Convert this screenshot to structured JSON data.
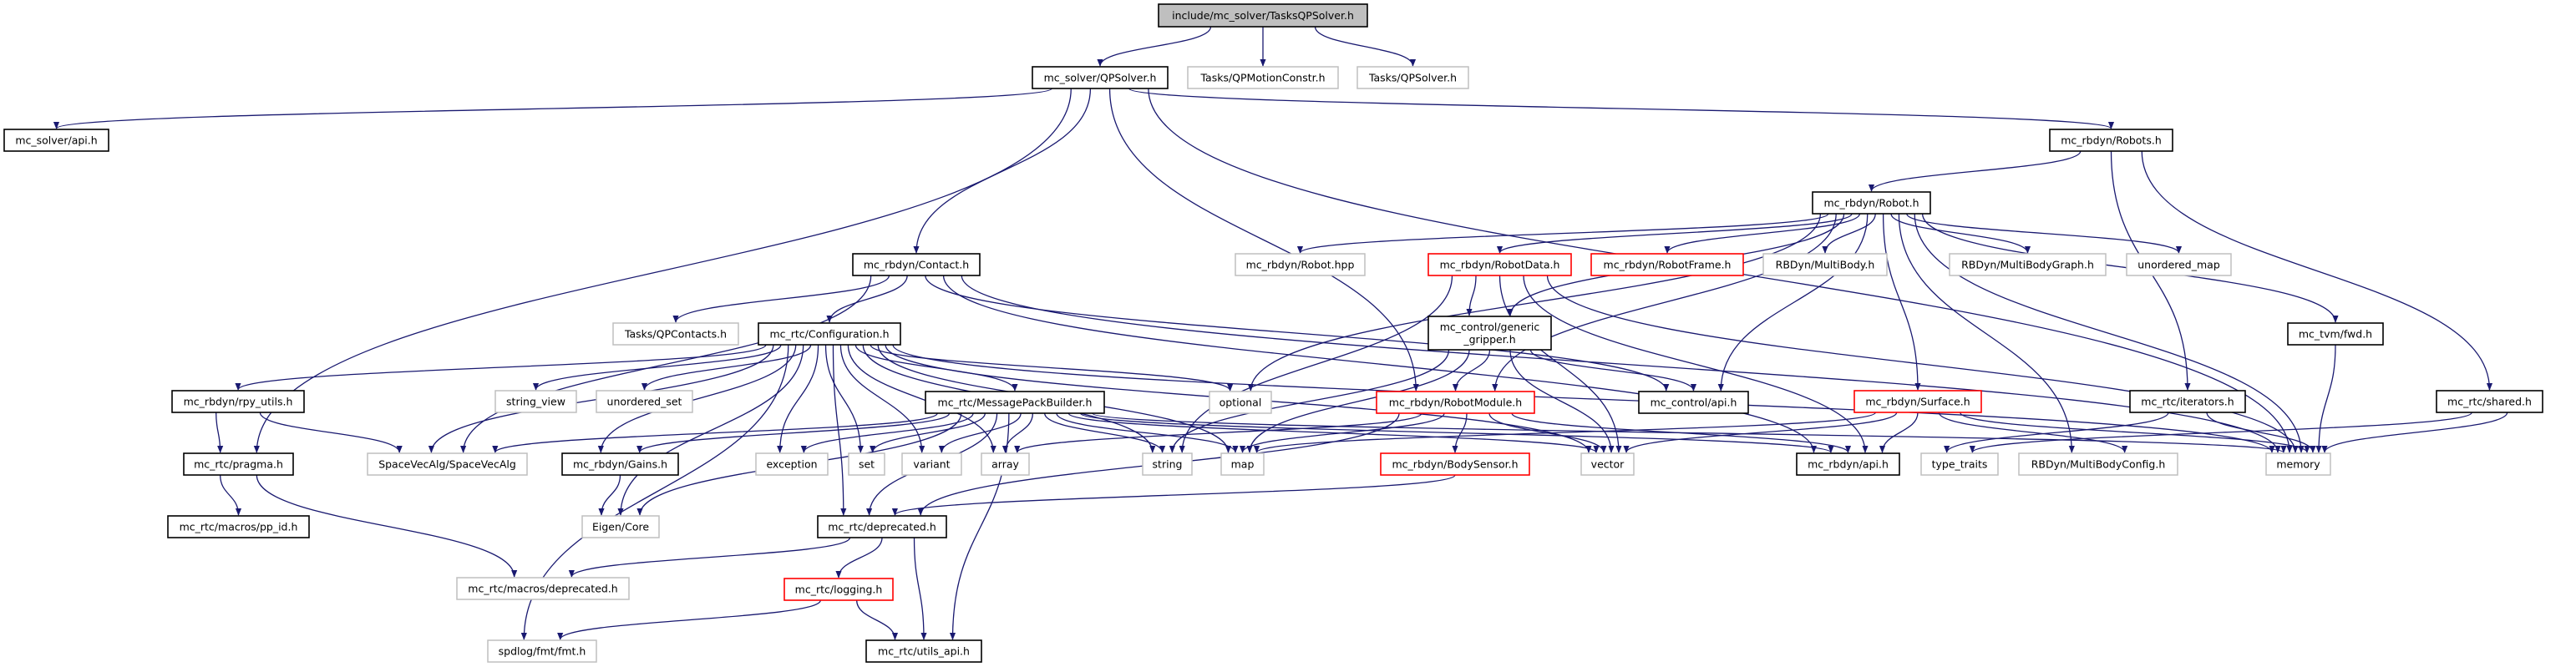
{
  "colors": {
    "edge": "#191970",
    "root_fill": "#bfbfbf",
    "documented_border": "#000000",
    "external_border": "#bfbfbf",
    "truncated_border": "#ff0000"
  },
  "nodes": [
    {
      "id": "root",
      "label": [
        "include/mc_solver/TasksQPSolver.h"
      ],
      "kind": "root"
    },
    {
      "id": "qpsolver",
      "label": [
        "mc_solver/QPSolver.h"
      ],
      "kind": "documented"
    },
    {
      "id": "qpmotion",
      "label": [
        "Tasks/QPMotionConstr.h"
      ],
      "kind": "external"
    },
    {
      "id": "tasksqpsolver",
      "label": [
        "Tasks/QPSolver.h"
      ],
      "kind": "external"
    },
    {
      "id": "solver_api",
      "label": [
        "mc_solver/api.h"
      ],
      "kind": "documented"
    },
    {
      "id": "robots",
      "label": [
        "mc_rbdyn/Robots.h"
      ],
      "kind": "documented"
    },
    {
      "id": "robot",
      "label": [
        "mc_rbdyn/Robot.h"
      ],
      "kind": "documented"
    },
    {
      "id": "contact",
      "label": [
        "mc_rbdyn/Contact.h"
      ],
      "kind": "documented"
    },
    {
      "id": "robot_hpp",
      "label": [
        "mc_rbdyn/Robot.hpp"
      ],
      "kind": "external"
    },
    {
      "id": "robotdata",
      "label": [
        "mc_rbdyn/RobotData.h"
      ],
      "kind": "truncated"
    },
    {
      "id": "robotframe",
      "label": [
        "mc_rbdyn/RobotFrame.h"
      ],
      "kind": "truncated"
    },
    {
      "id": "multibody",
      "label": [
        "RBDyn/MultiBody.h"
      ],
      "kind": "external"
    },
    {
      "id": "mbg",
      "label": [
        "RBDyn/MultiBodyGraph.h"
      ],
      "kind": "external"
    },
    {
      "id": "unordered_map",
      "label": [
        "unordered_map"
      ],
      "kind": "external"
    },
    {
      "id": "qpcontacts",
      "label": [
        "Tasks/QPContacts.h"
      ],
      "kind": "external"
    },
    {
      "id": "configuration",
      "label": [
        "mc_rtc/Configuration.h"
      ],
      "kind": "documented"
    },
    {
      "id": "gripper",
      "label": [
        "mc_control/generic",
        "_gripper.h"
      ],
      "kind": "documented"
    },
    {
      "id": "tvm_fwd",
      "label": [
        "mc_tvm/fwd.h"
      ],
      "kind": "documented"
    },
    {
      "id": "rpy_utils",
      "label": [
        "mc_rbdyn/rpy_utils.h"
      ],
      "kind": "documented"
    },
    {
      "id": "string_view",
      "label": [
        "string_view"
      ],
      "kind": "external"
    },
    {
      "id": "unordered_set",
      "label": [
        "unordered_set"
      ],
      "kind": "external"
    },
    {
      "id": "msgpack",
      "label": [
        "mc_rtc/MessagePackBuilder.h"
      ],
      "kind": "documented"
    },
    {
      "id": "optional",
      "label": [
        "optional"
      ],
      "kind": "external"
    },
    {
      "id": "robotmodule",
      "label": [
        "mc_rbdyn/RobotModule.h"
      ],
      "kind": "truncated"
    },
    {
      "id": "control_api",
      "label": [
        "mc_control/api.h"
      ],
      "kind": "documented"
    },
    {
      "id": "surface",
      "label": [
        "mc_rbdyn/Surface.h"
      ],
      "kind": "truncated"
    },
    {
      "id": "iterators",
      "label": [
        "mc_rtc/iterators.h"
      ],
      "kind": "documented"
    },
    {
      "id": "shared",
      "label": [
        "mc_rtc/shared.h"
      ],
      "kind": "documented"
    },
    {
      "id": "pragma",
      "label": [
        "mc_rtc/pragma.h"
      ],
      "kind": "documented"
    },
    {
      "id": "spacevecalg",
      "label": [
        "SpaceVecAlg/SpaceVecAlg"
      ],
      "kind": "external"
    },
    {
      "id": "gains",
      "label": [
        "mc_rbdyn/Gains.h"
      ],
      "kind": "documented"
    },
    {
      "id": "exception",
      "label": [
        "exception"
      ],
      "kind": "external"
    },
    {
      "id": "set",
      "label": [
        "set"
      ],
      "kind": "external"
    },
    {
      "id": "variant",
      "label": [
        "variant"
      ],
      "kind": "external"
    },
    {
      "id": "array",
      "label": [
        "array"
      ],
      "kind": "external"
    },
    {
      "id": "string",
      "label": [
        "string"
      ],
      "kind": "external"
    },
    {
      "id": "map",
      "label": [
        "map"
      ],
      "kind": "external"
    },
    {
      "id": "bodysensor",
      "label": [
        "mc_rbdyn/BodySensor.h"
      ],
      "kind": "truncated"
    },
    {
      "id": "vector",
      "label": [
        "vector"
      ],
      "kind": "external"
    },
    {
      "id": "rbdyn_api",
      "label": [
        "mc_rbdyn/api.h"
      ],
      "kind": "documented"
    },
    {
      "id": "type_traits",
      "label": [
        "type_traits"
      ],
      "kind": "external"
    },
    {
      "id": "mbconfig",
      "label": [
        "RBDyn/MultiBodyConfig.h"
      ],
      "kind": "external"
    },
    {
      "id": "memory",
      "label": [
        "memory"
      ],
      "kind": "external"
    },
    {
      "id": "pp_id",
      "label": [
        "mc_rtc/macros/pp_id.h"
      ],
      "kind": "documented"
    },
    {
      "id": "eigen",
      "label": [
        "Eigen/Core"
      ],
      "kind": "external"
    },
    {
      "id": "deprecated",
      "label": [
        "mc_rtc/deprecated.h"
      ],
      "kind": "documented"
    },
    {
      "id": "macros_deprecated",
      "label": [
        "mc_rtc/macros/deprecated.h"
      ],
      "kind": "external"
    },
    {
      "id": "logging",
      "label": [
        "mc_rtc/logging.h"
      ],
      "kind": "truncated"
    },
    {
      "id": "fmt",
      "label": [
        "spdlog/fmt/fmt.h"
      ],
      "kind": "external"
    },
    {
      "id": "utils_api",
      "label": [
        "mc_rtc/utils_api.h"
      ],
      "kind": "documented"
    }
  ],
  "edges": [
    [
      "root",
      "qpsolver"
    ],
    [
      "root",
      "qpmotion"
    ],
    [
      "root",
      "tasksqpsolver"
    ],
    [
      "qpsolver",
      "solver_api"
    ],
    [
      "qpsolver",
      "pragma"
    ],
    [
      "qpsolver",
      "contact"
    ],
    [
      "qpsolver",
      "robots"
    ],
    [
      "qpsolver",
      "robotmodule"
    ],
    [
      "qpsolver",
      "memory"
    ],
    [
      "robots",
      "robot"
    ],
    [
      "robots",
      "iterators"
    ],
    [
      "robots",
      "shared"
    ],
    [
      "robot",
      "robot_hpp"
    ],
    [
      "robot",
      "robotdata"
    ],
    [
      "robot",
      "robotframe"
    ],
    [
      "robot",
      "multibody"
    ],
    [
      "robot",
      "mbg"
    ],
    [
      "robot",
      "unordered_map"
    ],
    [
      "robot",
      "surface"
    ],
    [
      "robot",
      "mbconfig"
    ],
    [
      "robot",
      "tvm_fwd"
    ],
    [
      "robot",
      "memory"
    ],
    [
      "robot",
      "optional"
    ],
    [
      "robot",
      "gripper"
    ],
    [
      "robot",
      "robotmodule"
    ],
    [
      "robot",
      "control_api"
    ],
    [
      "contact",
      "qpcontacts"
    ],
    [
      "contact",
      "configuration"
    ],
    [
      "contact",
      "spacevecalg"
    ],
    [
      "contact",
      "control_api"
    ],
    [
      "contact",
      "rbdyn_api"
    ],
    [
      "contact",
      "memory"
    ],
    [
      "configuration",
      "rpy_utils"
    ],
    [
      "configuration",
      "string_view"
    ],
    [
      "configuration",
      "unordered_set"
    ],
    [
      "configuration",
      "spacevecalg"
    ],
    [
      "configuration",
      "gains"
    ],
    [
      "configuration",
      "eigen"
    ],
    [
      "configuration",
      "deprecated"
    ],
    [
      "configuration",
      "exception"
    ],
    [
      "configuration",
      "set"
    ],
    [
      "configuration",
      "variant"
    ],
    [
      "configuration",
      "array"
    ],
    [
      "configuration",
      "string"
    ],
    [
      "configuration",
      "map"
    ],
    [
      "configuration",
      "msgpack"
    ],
    [
      "configuration",
      "optional"
    ],
    [
      "configuration",
      "vector"
    ],
    [
      "configuration",
      "memory"
    ],
    [
      "configuration",
      "fmt"
    ],
    [
      "rpy_utils",
      "pragma"
    ],
    [
      "rpy_utils",
      "spacevecalg"
    ],
    [
      "pragma",
      "pp_id"
    ],
    [
      "pragma",
      "macros_deprecated"
    ],
    [
      "gains",
      "eigen"
    ],
    [
      "msgpack",
      "spacevecalg"
    ],
    [
      "msgpack",
      "gains"
    ],
    [
      "msgpack",
      "exception"
    ],
    [
      "msgpack",
      "set"
    ],
    [
      "msgpack",
      "variant"
    ],
    [
      "msgpack",
      "array"
    ],
    [
      "msgpack",
      "string"
    ],
    [
      "msgpack",
      "map"
    ],
    [
      "msgpack",
      "vector"
    ],
    [
      "msgpack",
      "memory"
    ],
    [
      "msgpack",
      "eigen"
    ],
    [
      "msgpack",
      "deprecated"
    ],
    [
      "msgpack",
      "utils_api"
    ],
    [
      "msgpack",
      "rbdyn_api"
    ],
    [
      "robotdata",
      "gripper"
    ],
    [
      "robotdata",
      "vector"
    ],
    [
      "robotdata",
      "memory"
    ],
    [
      "robotdata",
      "rbdyn_api"
    ],
    [
      "robotdata",
      "string"
    ],
    [
      "gripper",
      "robotmodule"
    ],
    [
      "gripper",
      "control_api"
    ],
    [
      "gripper",
      "string"
    ],
    [
      "gripper",
      "map"
    ],
    [
      "gripper",
      "vector"
    ],
    [
      "robotmodule",
      "bodysensor"
    ],
    [
      "robotmodule",
      "map"
    ],
    [
      "robotmodule",
      "vector"
    ],
    [
      "robotmodule",
      "deprecated"
    ],
    [
      "robotmodule",
      "rbdyn_api"
    ],
    [
      "robotmodule",
      "array"
    ],
    [
      "bodysensor",
      "deprecated"
    ],
    [
      "surface",
      "vector"
    ],
    [
      "surface",
      "rbdyn_api"
    ],
    [
      "surface",
      "mbconfig"
    ],
    [
      "surface",
      "memory"
    ],
    [
      "surface",
      "map"
    ],
    [
      "iterators",
      "type_traits"
    ],
    [
      "iterators",
      "memory"
    ],
    [
      "shared",
      "type_traits"
    ],
    [
      "shared",
      "memory"
    ],
    [
      "tvm_fwd",
      "memory"
    ],
    [
      "deprecated",
      "macros_deprecated"
    ],
    [
      "deprecated",
      "logging"
    ],
    [
      "deprecated",
      "utils_api"
    ],
    [
      "logging",
      "fmt"
    ],
    [
      "logging",
      "utils_api"
    ]
  ]
}
